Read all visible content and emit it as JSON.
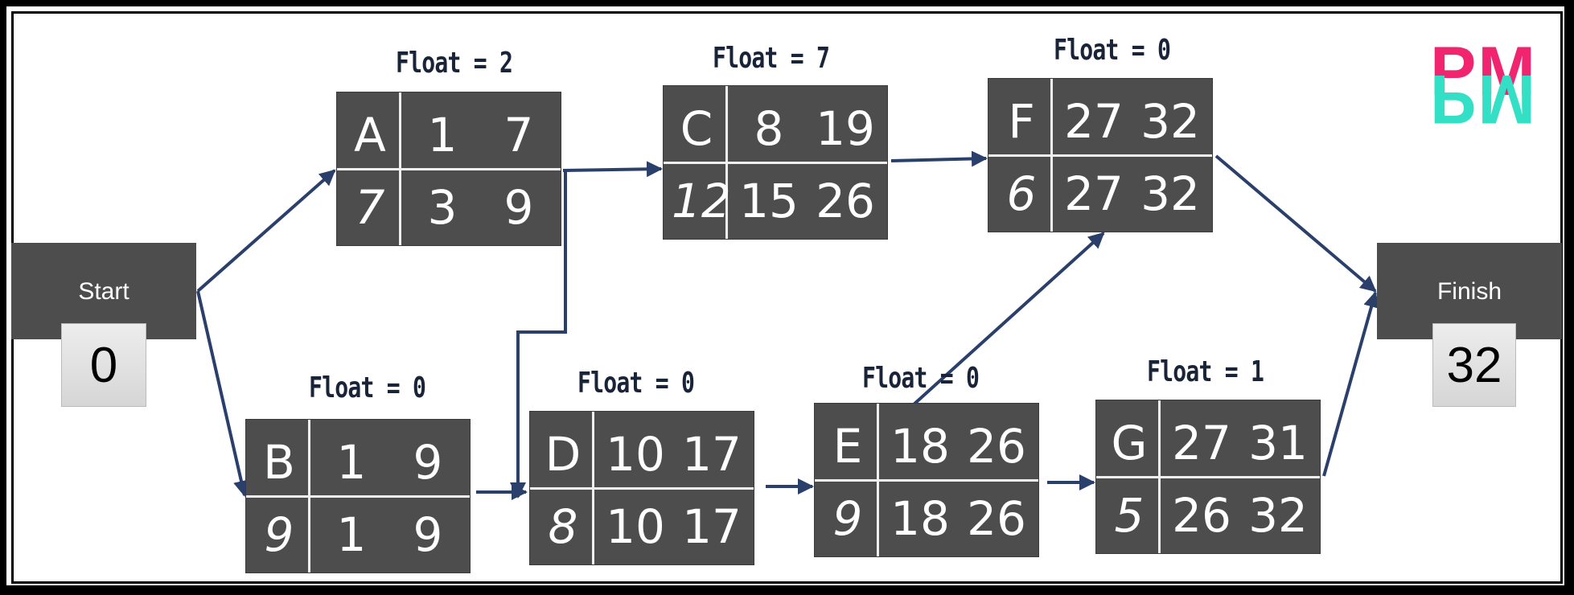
{
  "colors": {
    "node_bg": "#4d4d4d",
    "arrow": "#2a3f6a",
    "float_text": "#1a2438",
    "logo_top": "#f1246f",
    "logo_bottom": "#33e0c5"
  },
  "logo": {
    "top": "PM",
    "bottom": "PM"
  },
  "start": {
    "label": "Start",
    "value": "0"
  },
  "finish": {
    "label": "Finish",
    "value": "32"
  },
  "nodes": {
    "A": {
      "name": "A",
      "es": "1",
      "ef": "7",
      "float": "7",
      "ls": "3",
      "lf": "9",
      "float_label": "Float = 2"
    },
    "B": {
      "name": "B",
      "es": "1",
      "ef": "9",
      "float": "9",
      "ls": "1",
      "lf": "9",
      "float_label": "Float = 0"
    },
    "C": {
      "name": "C",
      "es": "8",
      "ef": "19",
      "float": "12",
      "ls": "15",
      "lf": "26",
      "float_label": "Float = 7"
    },
    "D": {
      "name": "D",
      "es": "10",
      "ef": "17",
      "float": "8",
      "ls": "10",
      "lf": "17",
      "float_label": "Float = 0"
    },
    "E": {
      "name": "E",
      "es": "18",
      "ef": "26",
      "float": "9",
      "ls": "18",
      "lf": "26",
      "float_label": "Float = 0"
    },
    "F": {
      "name": "F",
      "es": "27",
      "ef": "32",
      "float": "6",
      "ls": "27",
      "lf": "32",
      "float_label": "Float = 0"
    },
    "G": {
      "name": "G",
      "es": "27",
      "ef": "31",
      "float": "5",
      "ls": "26",
      "lf": "32",
      "float_label": "Float = 1"
    }
  }
}
